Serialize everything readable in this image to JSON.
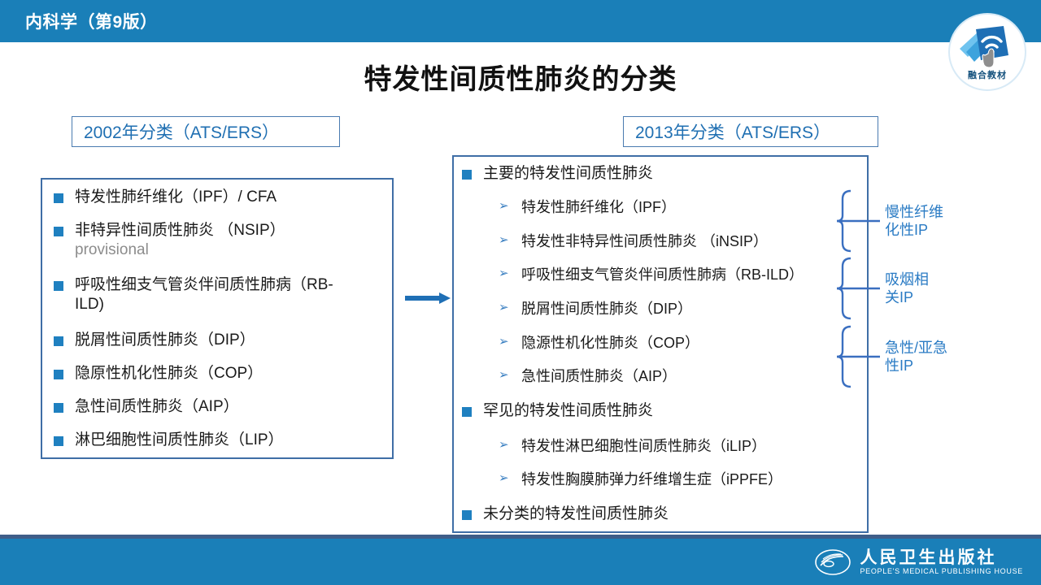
{
  "header": {
    "book_title": "内科学（第9版）",
    "band_color": "#1a7fb8",
    "badge": {
      "caption": "融合教材",
      "icon": "wifi-touch-books-icon"
    }
  },
  "slide": {
    "title": "特发性间质性肺炎的分类"
  },
  "left_column": {
    "chip_label": "2002年分类（ATS/ERS）",
    "items": [
      {
        "text": "特发性肺纤维化（IPF）/ CFA"
      },
      {
        "text": "非特异性间质性肺炎 （NSIP）",
        "note": "provisional"
      },
      {
        "text": "呼吸性细支气管炎伴间质性肺病（RB-\nILD)"
      },
      {
        "text": "脱屑性间质性肺炎（DIP）"
      },
      {
        "text": "隐原性机化性肺炎（COP）"
      },
      {
        "text": "急性间质性肺炎（AIP）"
      },
      {
        "text": "淋巴细胞性间质性肺炎（LIP）"
      }
    ]
  },
  "transition": {
    "icon": "right-arrow-icon",
    "color": "#1f80c0"
  },
  "right_column": {
    "chip_label": "2013年分类（ATS/ERS）",
    "groups": [
      {
        "heading": "主要的特发性间质性肺炎",
        "items": [
          "特发性肺纤维化（IPF）",
          "特发性非特异性间质性肺炎 （iNSIP）",
          "呼吸性细支气管炎伴间质性肺病（RB-ILD）",
          "脱屑性间质性肺炎（DIP）",
          "隐源性机化性肺炎（COP）",
          "急性间质性肺炎（AIP）"
        ]
      },
      {
        "heading": "罕见的特发性间质性肺炎",
        "items": [
          "特发性淋巴细胞性间质性肺炎（iLIP）",
          "特发性胸膜肺弹力纤维增生症（iPPFE）"
        ]
      },
      {
        "heading": "未分类的特发性间质性肺炎",
        "items": []
      }
    ]
  },
  "annotations": [
    {
      "label": "慢性纤维\n化性IP"
    },
    {
      "label": "吸烟相\n关IP"
    },
    {
      "label": "急性/亚急\n性IP"
    }
  ],
  "footer": {
    "publisher_cn": "人民卫生出版社",
    "publisher_en": "PEOPLE'S MEDICAL PUBLISHING HOUSE",
    "band_color": "#1a7fb8"
  }
}
